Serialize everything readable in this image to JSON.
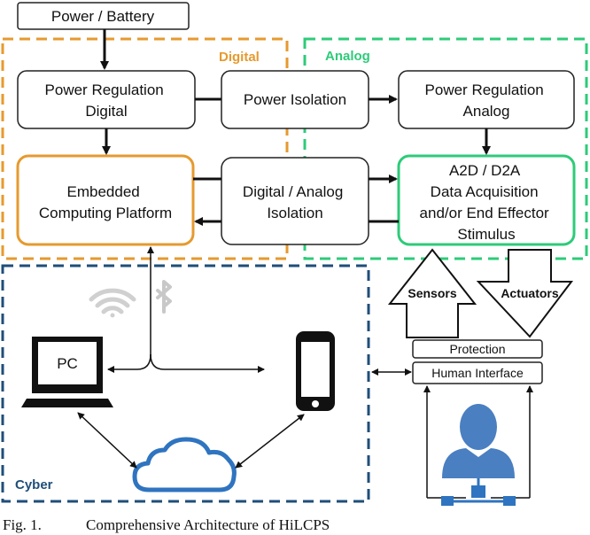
{
  "boxes": {
    "power_battery": "Power / Battery",
    "power_regulation_digital": [
      "Power Regulation",
      "Digital"
    ],
    "power_isolation": "Power Isolation",
    "power_regulation_analog": [
      "Power Regulation",
      "Analog"
    ],
    "embedded_platform": [
      "Embedded",
      "Computing Platform"
    ],
    "digital_analog_isolation": [
      "Digital / Analog",
      "Isolation"
    ],
    "a2d_d2a": [
      "A2D / D2A",
      "Data Acquisition",
      "and/or End Effector",
      "Stimulus"
    ],
    "protection": "Protection",
    "human_interface": "Human Interface"
  },
  "regions": {
    "digital": "Digital",
    "analog": "Analog",
    "cyber": "Cyber"
  },
  "arrows": {
    "sensors": "Sensors",
    "actuators": "Actuators"
  },
  "devices": {
    "pc": "PC"
  },
  "colors": {
    "digital": "#E69A2E",
    "analog": "#2DCB79",
    "cyber": "#1F4E79",
    "person": "#4A7FC1",
    "cloud": "#2F74C0"
  },
  "icons": [
    "wifi-icon",
    "bluetooth-icon",
    "pc-icon",
    "phone-icon",
    "cloud-icon",
    "person-icon",
    "network-icon"
  ],
  "caption": {
    "label": "Fig. 1.",
    "text": "Comprehensive Architecture of HiLCPS"
  }
}
